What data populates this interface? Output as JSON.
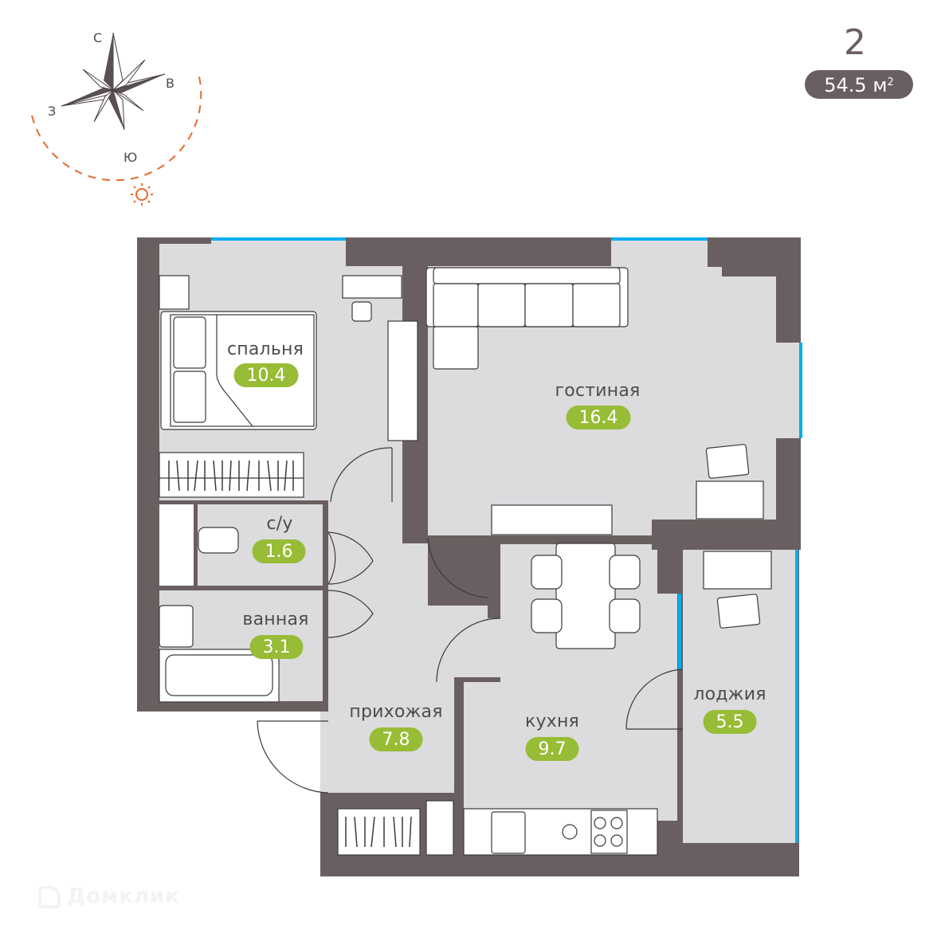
{
  "header": {
    "room_count": "2",
    "total_area": "54.5 м",
    "total_area_unit_sup": "2"
  },
  "compass": {
    "north": "С",
    "east": "В",
    "south": "Ю",
    "west": "З",
    "sun_icon": "sun-icon"
  },
  "rooms": [
    {
      "id": "bedroom",
      "label": "спальня",
      "area": "10.4"
    },
    {
      "id": "living-room",
      "label": "гостиная",
      "area": "16.4"
    },
    {
      "id": "toilet",
      "label": "с/у",
      "area": "1.6"
    },
    {
      "id": "bathroom",
      "label": "ванная",
      "area": "3.1"
    },
    {
      "id": "hallway",
      "label": "прихожая",
      "area": "7.8"
    },
    {
      "id": "kitchen",
      "label": "кухня",
      "area": "9.7"
    },
    {
      "id": "loggia",
      "label": "лоджия",
      "area": "5.5"
    }
  ],
  "colors": {
    "wall": "#6a5f60",
    "floor": "#dcdbde",
    "window": "#00aeef",
    "badge": "#97bc35",
    "sun_path": "#e8692c",
    "furniture_stroke": "#3a3a3a"
  },
  "watermark": "Домклик"
}
